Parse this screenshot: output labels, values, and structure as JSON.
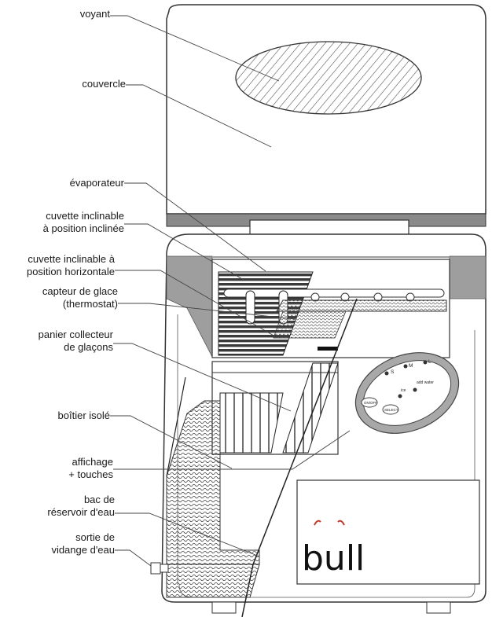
{
  "labels": {
    "voyant": "voyant",
    "couvercle": "couvercle",
    "evaporateur": "évaporateur",
    "cuvette_inclinee_1": "cuvette inclinable",
    "cuvette_inclinee_2": "à position inclinée",
    "cuvette_horizontale_1": "cuvette inclinable à",
    "cuvette_horizontale_2": "position horizontale",
    "capteur_1": "capteur de glace",
    "capteur_2": "(thermostat)",
    "panier_1": "panier collecteur",
    "panier_2": "de glaçons",
    "boitier": "boîtier isolé",
    "affichage_1": "affichage",
    "affichage_2": "+ touches",
    "bac_1": "bac de",
    "bac_2": "réservoir d'eau",
    "sortie_1": "sortie de",
    "sortie_2": "vidange d'eau"
  },
  "panel": {
    "size_s": "S",
    "size_m": "M",
    "size_l": "L",
    "ice": "ice",
    "add_water": "add water",
    "on_off": "ON/OFF",
    "select": "SELECT"
  },
  "brand": "bull"
}
